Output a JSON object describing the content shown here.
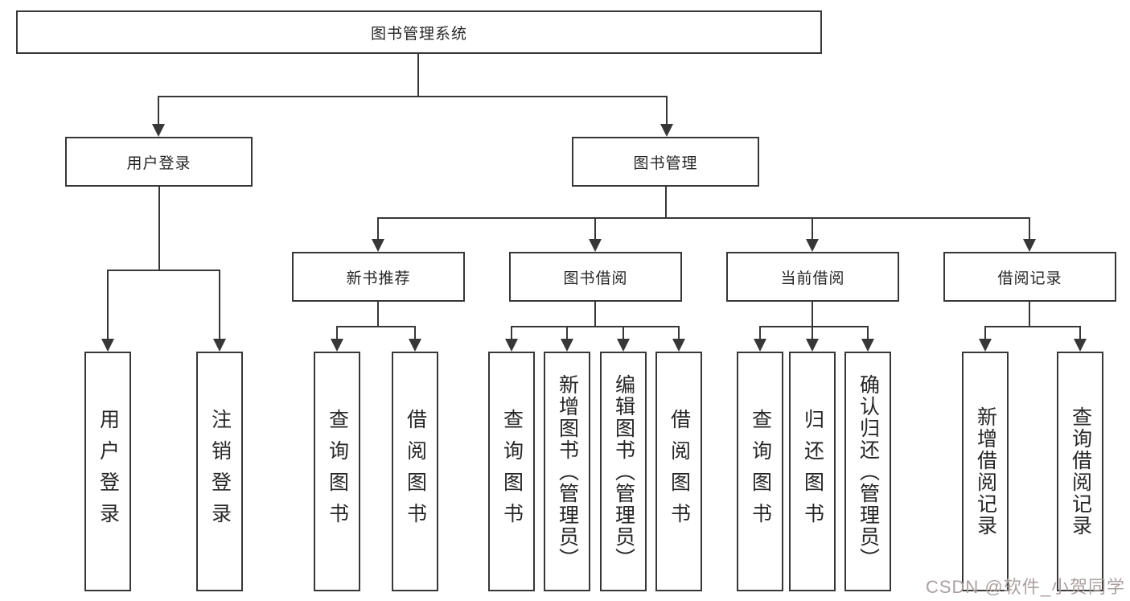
{
  "tree": {
    "root": "图书管理系统",
    "branches": [
      "用户登录",
      "图书管理"
    ],
    "modules": [
      "新书推荐",
      "图书借阅",
      "当前借阅",
      "借阅记录"
    ],
    "children": {
      "user_login": [
        "用户登录",
        "注销登录"
      ],
      "new_book_recommend": [
        "查询图书",
        "借阅图书"
      ],
      "book_borrow": [
        "查询图书",
        "新增图书（管理员）",
        "编辑图书（管理员）",
        "借阅图书"
      ],
      "current_borrow": [
        "查询图书",
        "归还图书",
        "确认归还（管理员）"
      ],
      "borrow_records": [
        "新增借阅记录",
        "查询借阅记录"
      ]
    }
  },
  "watermark": "CSDN @软件_小贺同学",
  "colors": {
    "line": "#373737",
    "text": "#262626",
    "watermark": "#aba0a0",
    "background": "#ffffff"
  }
}
